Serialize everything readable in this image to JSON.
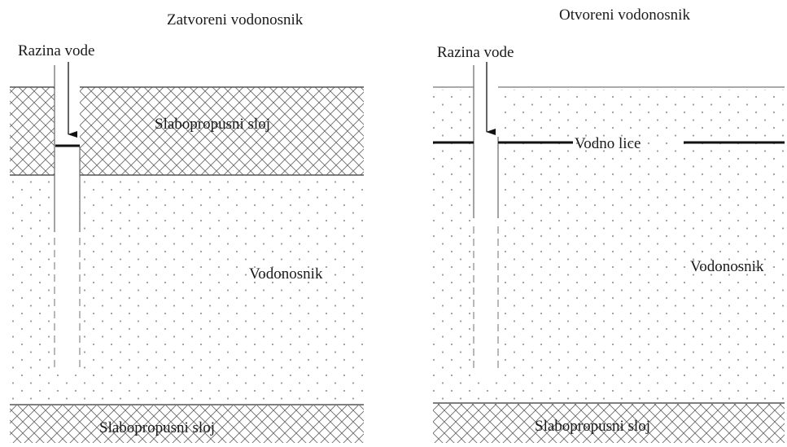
{
  "diagram": {
    "confined": {
      "title": "Zatvoreni vodonosnik",
      "water_level_label": "Razina vode",
      "upper_layer_label": "Slabopropusni sloj",
      "aquifer_label": "Vodonosnik",
      "lower_layer_label": "Slabopropusni sloj"
    },
    "unconfined": {
      "title": "Otvoreni vodonosnik",
      "water_level_label": "Razina vode",
      "water_table_label": "Vodno lice",
      "aquifer_label": "Vodonosnik",
      "lower_layer_label": "Slabopropusni sloj"
    }
  },
  "style": {
    "line_color": "#555555",
    "hatch_color": "#6a6a6a",
    "dot_color": "#9a9a9a",
    "water_line_color": "#111111",
    "background": "#ffffff"
  }
}
